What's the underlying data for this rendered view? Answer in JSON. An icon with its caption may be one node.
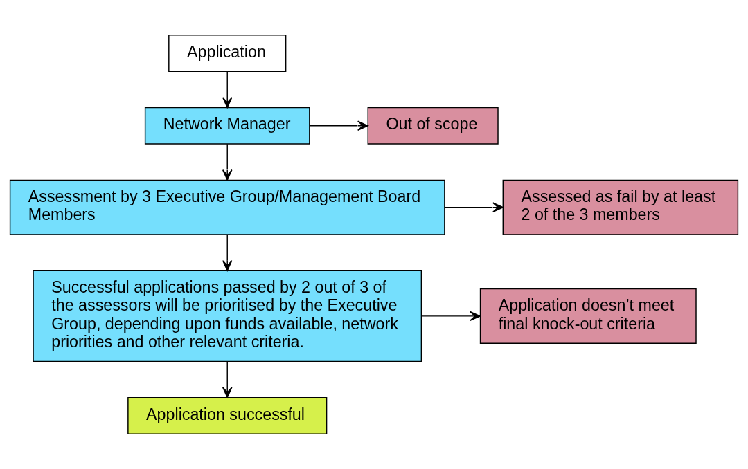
{
  "diagram": {
    "nodes": [
      {
        "text": [
          "Application"
        ]
      },
      {
        "text": [
          "Network Manager"
        ]
      },
      {
        "text": [
          "Out of scope"
        ]
      },
      {
        "text": [
          "Assessment by 3 Executive Group/Management Board Members"
        ]
      },
      {
        "text": [
          "Assessed as fail by at least 2 of the 3 members"
        ]
      },
      {
        "text": [
          "Successful applications passed by 2 out of 3 of the assessors will be prioritised by the Executive Group, depending upon funds available, network priorities and other relevant criteria."
        ]
      },
      {
        "text": [
          "Application doesn’t meet final knock-out criteria"
        ]
      },
      {
        "text": [
          "Application successful"
        ]
      }
    ],
    "edges": [
      {
        "from": 0,
        "to": 1,
        "arrow": "to"
      },
      {
        "from": 1,
        "to": 2,
        "arrow": "to"
      },
      {
        "from": 1,
        "to": 3,
        "arrow": "to"
      },
      {
        "from": 3,
        "to": 4,
        "arrow": "to"
      },
      {
        "from": 3,
        "to": 5,
        "arrow": "to"
      },
      {
        "from": 5,
        "to": 6,
        "arrow": "to"
      },
      {
        "from": 5,
        "to": 7,
        "arrow": "to"
      }
    ]
  }
}
